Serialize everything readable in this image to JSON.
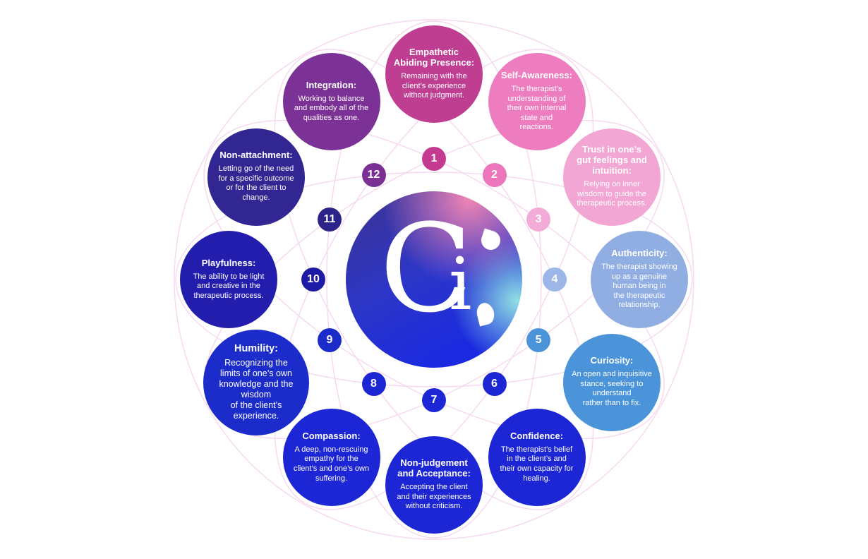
{
  "center": {
    "letter_c": "C",
    "letter_i": "i"
  },
  "center_gradient": {
    "indigo": "#3d338f",
    "royal": "#2c36c8",
    "blue": "#1b2ae0",
    "pink": "#f285b5",
    "teal": "#8fe0e4"
  },
  "decor": {
    "ring_color": "#f6d8ee"
  },
  "qualities": [
    {
      "number": "1",
      "title": "Empathetic\nAbiding Presence:",
      "description": "Remaining with the\nclient’s experience\nwithout judgment.",
      "color": "#bf3e91",
      "badge_color": "#c43a90"
    },
    {
      "number": "2",
      "title": "Self-Awareness:",
      "description": "The therapist’s\nunderstanding of\ntheir own internal\nstate and\nreactions.",
      "color": "#ee7dc0",
      "badge_color": "#ed75bb"
    },
    {
      "number": "3",
      "title": "Trust in one’s\ngut feelings and\nintuition:",
      "description": "Relying on inner\nwisdom to guide the\ntherapeutic process.",
      "color": "#f2a6d4",
      "badge_color": "#f3abd7"
    },
    {
      "number": "4",
      "title": "Authenticity:",
      "description": "The therapist showing\nup as a genuine\nhuman being in\nthe therapeutic\nrelationship.",
      "color": "#91aee3",
      "badge_color": "#9cb6e8"
    },
    {
      "number": "5",
      "title": "Curiosity:",
      "description": "An open and inquisitive\nstance, seeking to\nunderstand\nrather than to fix.",
      "color": "#4b94da",
      "badge_color": "#4b94da"
    },
    {
      "number": "6",
      "title": "Confidence:",
      "description": "The therapist’s belief\nin the client’s and\ntheir own capacity for\nhealing.",
      "color": "#1c26d4",
      "badge_color": "#1c26d4"
    },
    {
      "number": "7",
      "title": "Non-judgement\nand Acceptance:",
      "description": "Accepting the client\nand their experiences\nwithout criticism.",
      "color": "#1c26d4",
      "badge_color": "#1c26d4"
    },
    {
      "number": "8",
      "title": "Compassion:",
      "description": "A deep, non-rescuing\nempathy for the\nclient’s and one’s own\nsuffering.",
      "color": "#1c26d4",
      "badge_color": "#1c26d4"
    },
    {
      "number": "9",
      "title": "Humility:",
      "description": "Recognizing the\nlimits of one’s own\nknowledge and the\nwisdom\nof the client’s\nexperience.",
      "color": "#1b2cca",
      "badge_color": "#1b2cca"
    },
    {
      "number": "10",
      "title": "Playfulness:",
      "description": "The ability to be light\nand creative in the\ntherapeutic process.",
      "color": "#221dac",
      "badge_color": "#1d1aa6"
    },
    {
      "number": "11",
      "title": "Non-attachment:",
      "description": "Letting go of the need\nfor a specific outcome\nor for the client to\nchange.",
      "color": "#312692",
      "badge_color": "#2b2387"
    },
    {
      "number": "12",
      "title": "Integration:",
      "description": "Working to balance\nand embody all of the\nqualities as one.",
      "color": "#7c3197",
      "badge_color": "#7b3194"
    }
  ]
}
